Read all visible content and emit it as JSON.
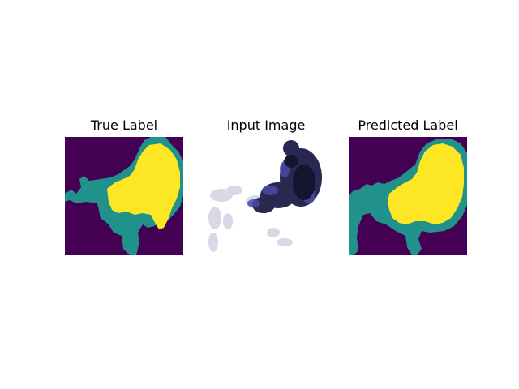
{
  "figure": {
    "panels": [
      {
        "title": "True Label"
      },
      {
        "title": "Input Image"
      },
      {
        "title": "Predicted Label"
      }
    ]
  },
  "colors": {
    "background": "#440154",
    "class_1": "#21918c",
    "class_2": "#fde725"
  }
}
